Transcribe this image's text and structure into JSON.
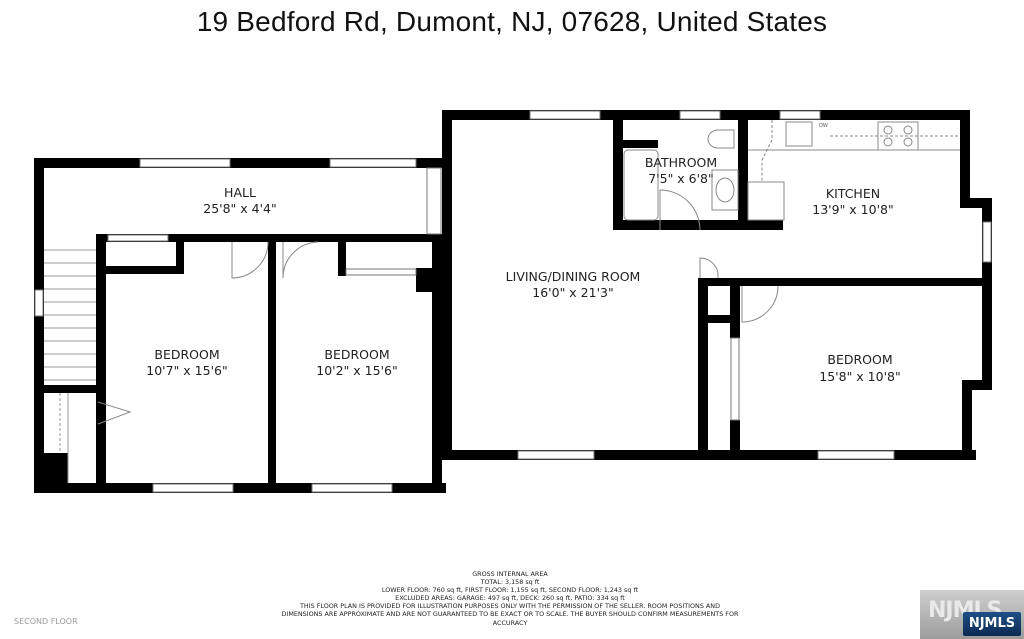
{
  "header": {
    "address": "19 Bedford Rd, Dumont, NJ, 07628, United States"
  },
  "rooms": [
    {
      "name": "HALL",
      "dimensions": "25'8\" x 4'4\""
    },
    {
      "name": "BATHROOM",
      "dimensions": "7'5\" x 6'8\""
    },
    {
      "name": "KITCHEN",
      "dimensions": "13'9\" x 10'8\""
    },
    {
      "name": "LIVING/DINING ROOM",
      "dimensions": "16'0\" x 21'3\""
    },
    {
      "name": "BEDROOM",
      "dimensions": "10'7\" x 15'6\""
    },
    {
      "name": "BEDROOM",
      "dimensions": "10'2\" x 15'6\""
    },
    {
      "name": "BEDROOM",
      "dimensions": "15'8\" x 10'8\""
    }
  ],
  "fixtures": {
    "dishwasher_label": "DW"
  },
  "footer": {
    "heading": "GROSS INTERNAL AREA",
    "total": "TOTAL: 3,158 sq ft",
    "floors": "LOWER FLOOR: 760 sq ft, FIRST FLOOR: 1,155 sq ft, SECOND FLOOR: 1,243 sq ft",
    "excluded": "EXCLUDED AREAS: GARAGE: 497 sq ft, DECK: 260 sq ft, PATIO: 334 sq ft",
    "disclaimer": "THIS FLOOR PLAN IS PROVIDED FOR ILLUSTRATION PURPOSES ONLY WITH THE PERMISSION OF THE SELLER. ROOM POSITIONS AND DIMENSIONS ARE APPROXIMATE AND ARE NOT GUARANTEED TO BE EXACT OR TO SCALE. THE BUYER SHOULD CONFIRM MEASUREMENTS FOR ACCURACY"
  },
  "floor_label": "SECOND FLOOR",
  "watermark": {
    "ghost_text": "NJMLS",
    "badge_text": "NJMLS"
  }
}
